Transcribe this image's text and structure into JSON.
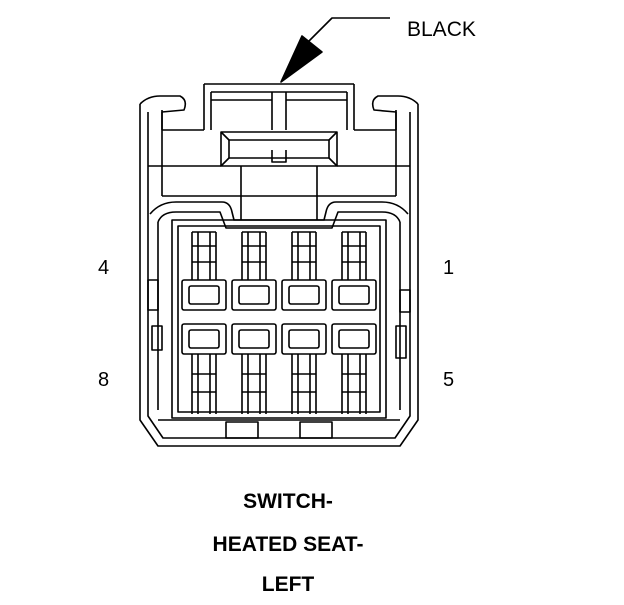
{
  "connector": {
    "color_label": "BLACK",
    "pin_labels": {
      "top_left": "4",
      "top_right": "1",
      "bottom_left": "8",
      "bottom_right": "5"
    },
    "rows": 2,
    "cols": 4
  },
  "title": {
    "line1": "SWITCH-",
    "line2": "HEATED SEAT-",
    "line3": "LEFT"
  },
  "colors": {
    "ink": "#000000",
    "background": "#ffffff"
  }
}
